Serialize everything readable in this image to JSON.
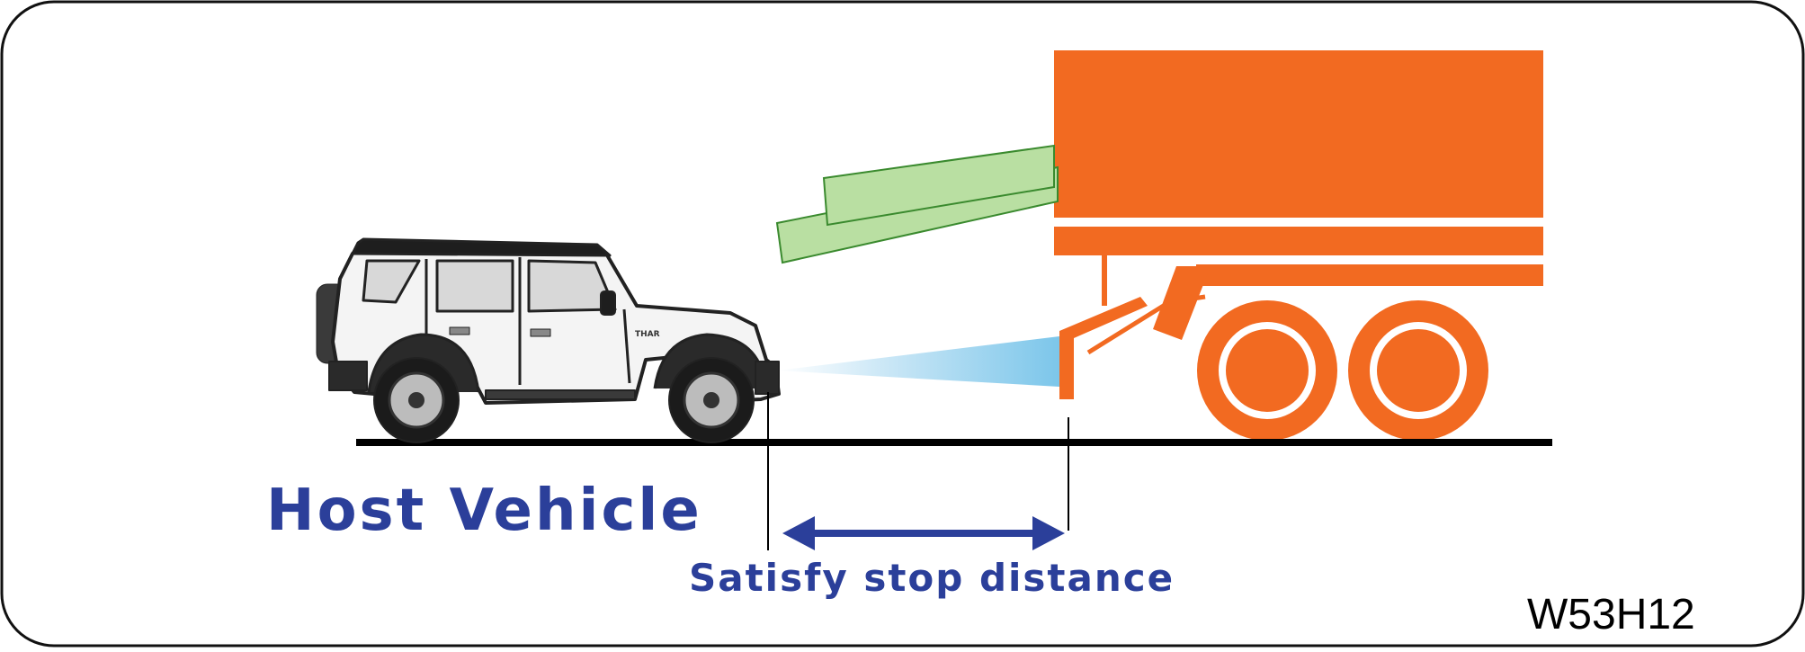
{
  "diagram": {
    "host_vehicle_label": "Host Vehicle",
    "distance_label": "Satisfy stop distance",
    "figure_code": "W53H12",
    "vehicle_badge": "THAR",
    "colors": {
      "label_blue": "#2b3f9a",
      "truck_orange": "#f26a21",
      "cargo_green": "#b9dfa2",
      "cargo_outline": "#3a8a2e",
      "sensor_beam": "#7cc6ea",
      "arrow_blue": "#2b3f9a",
      "ground": "#000000"
    },
    "icons": {
      "host_vehicle": "suv-icon",
      "target_vehicle": "truck-icon",
      "sensor_beam": "radar-beam-icon",
      "distance_arrow": "double-arrow-icon"
    }
  }
}
